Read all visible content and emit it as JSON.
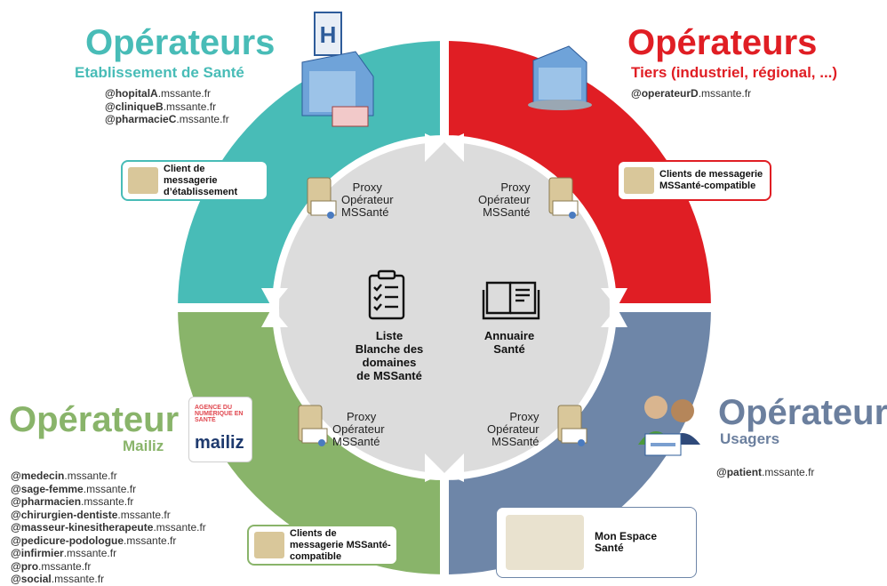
{
  "colors": {
    "teal": "#48bcb7",
    "red": "#e01e24",
    "green": "#89b46a",
    "slate": "#6e86a8",
    "inner": "#dcdcdc",
    "title_slate": "#6b7f9e"
  },
  "top_left": {
    "title": "Opérateurs",
    "subtitle": "Etablissement de Santé",
    "domains": [
      {
        "name": "@hopitalA",
        "suffix": ".mssante.fr"
      },
      {
        "name": "@cliniqueB",
        "suffix": ".mssante.fr"
      },
      {
        "name": "@pharmacieC",
        "suffix": ".mssante.fr"
      }
    ],
    "client": "Client de messagerie d’établissement",
    "proxy": [
      "Proxy",
      "Opérateur",
      "MSSanté"
    ],
    "icons": [
      "hospital-icon",
      "mail-client-icon",
      "server-certificate-icon"
    ]
  },
  "top_right": {
    "title": "Opérateurs",
    "subtitle": "Tiers (industriel, régional, ...)",
    "domains": [
      {
        "name": "@operateurD",
        "suffix": ".mssante.fr"
      }
    ],
    "client": "Clients de messagerie MSSanté-compatible",
    "proxy": [
      "Proxy",
      "Opérateur",
      "MSSanté"
    ]
  },
  "bottom_left": {
    "title": "Opérateur",
    "subtitle": "Mailiz",
    "logo_text": "mailiz",
    "agency_text": "AGENCE DU NUMÉRIQUE EN SANTÉ",
    "domains": [
      {
        "name": "@medecin",
        "suffix": ".mssante.fr"
      },
      {
        "name": "@sage-femme",
        "suffix": ".mssante.fr"
      },
      {
        "name": "@pharmacien",
        "suffix": ".mssante.fr"
      },
      {
        "name": "@chirurgien-dentiste",
        "suffix": ".mssante.fr"
      },
      {
        "name": "@masseur-kinesitherapeute",
        "suffix": ".mssante.fr"
      },
      {
        "name": "@pedicure-podologue",
        "suffix": ".mssante.fr"
      },
      {
        "name": "@infirmier",
        "suffix": ".mssante.fr"
      },
      {
        "name": "@pro",
        "suffix": ".mssante.fr"
      },
      {
        "name": "@social",
        "suffix": ".mssante.fr"
      }
    ],
    "client": "Clients de messagerie MSSanté-compatible",
    "proxy": [
      "Proxy",
      "Opérateur",
      "MSSanté"
    ]
  },
  "bottom_right": {
    "title": "Opérateur",
    "subtitle": "Usagers",
    "domains": [
      {
        "name": "@patient",
        "suffix": ".mssante.fr"
      }
    ],
    "client": "Mon Espace Santé",
    "proxy": [
      "Proxy",
      "Opérateur",
      "MSSanté"
    ]
  },
  "center": {
    "left_label": [
      "Liste",
      "Blanche des",
      "domaines",
      "de MSSanté"
    ],
    "right_label": [
      "Annuaire",
      "Santé"
    ]
  }
}
